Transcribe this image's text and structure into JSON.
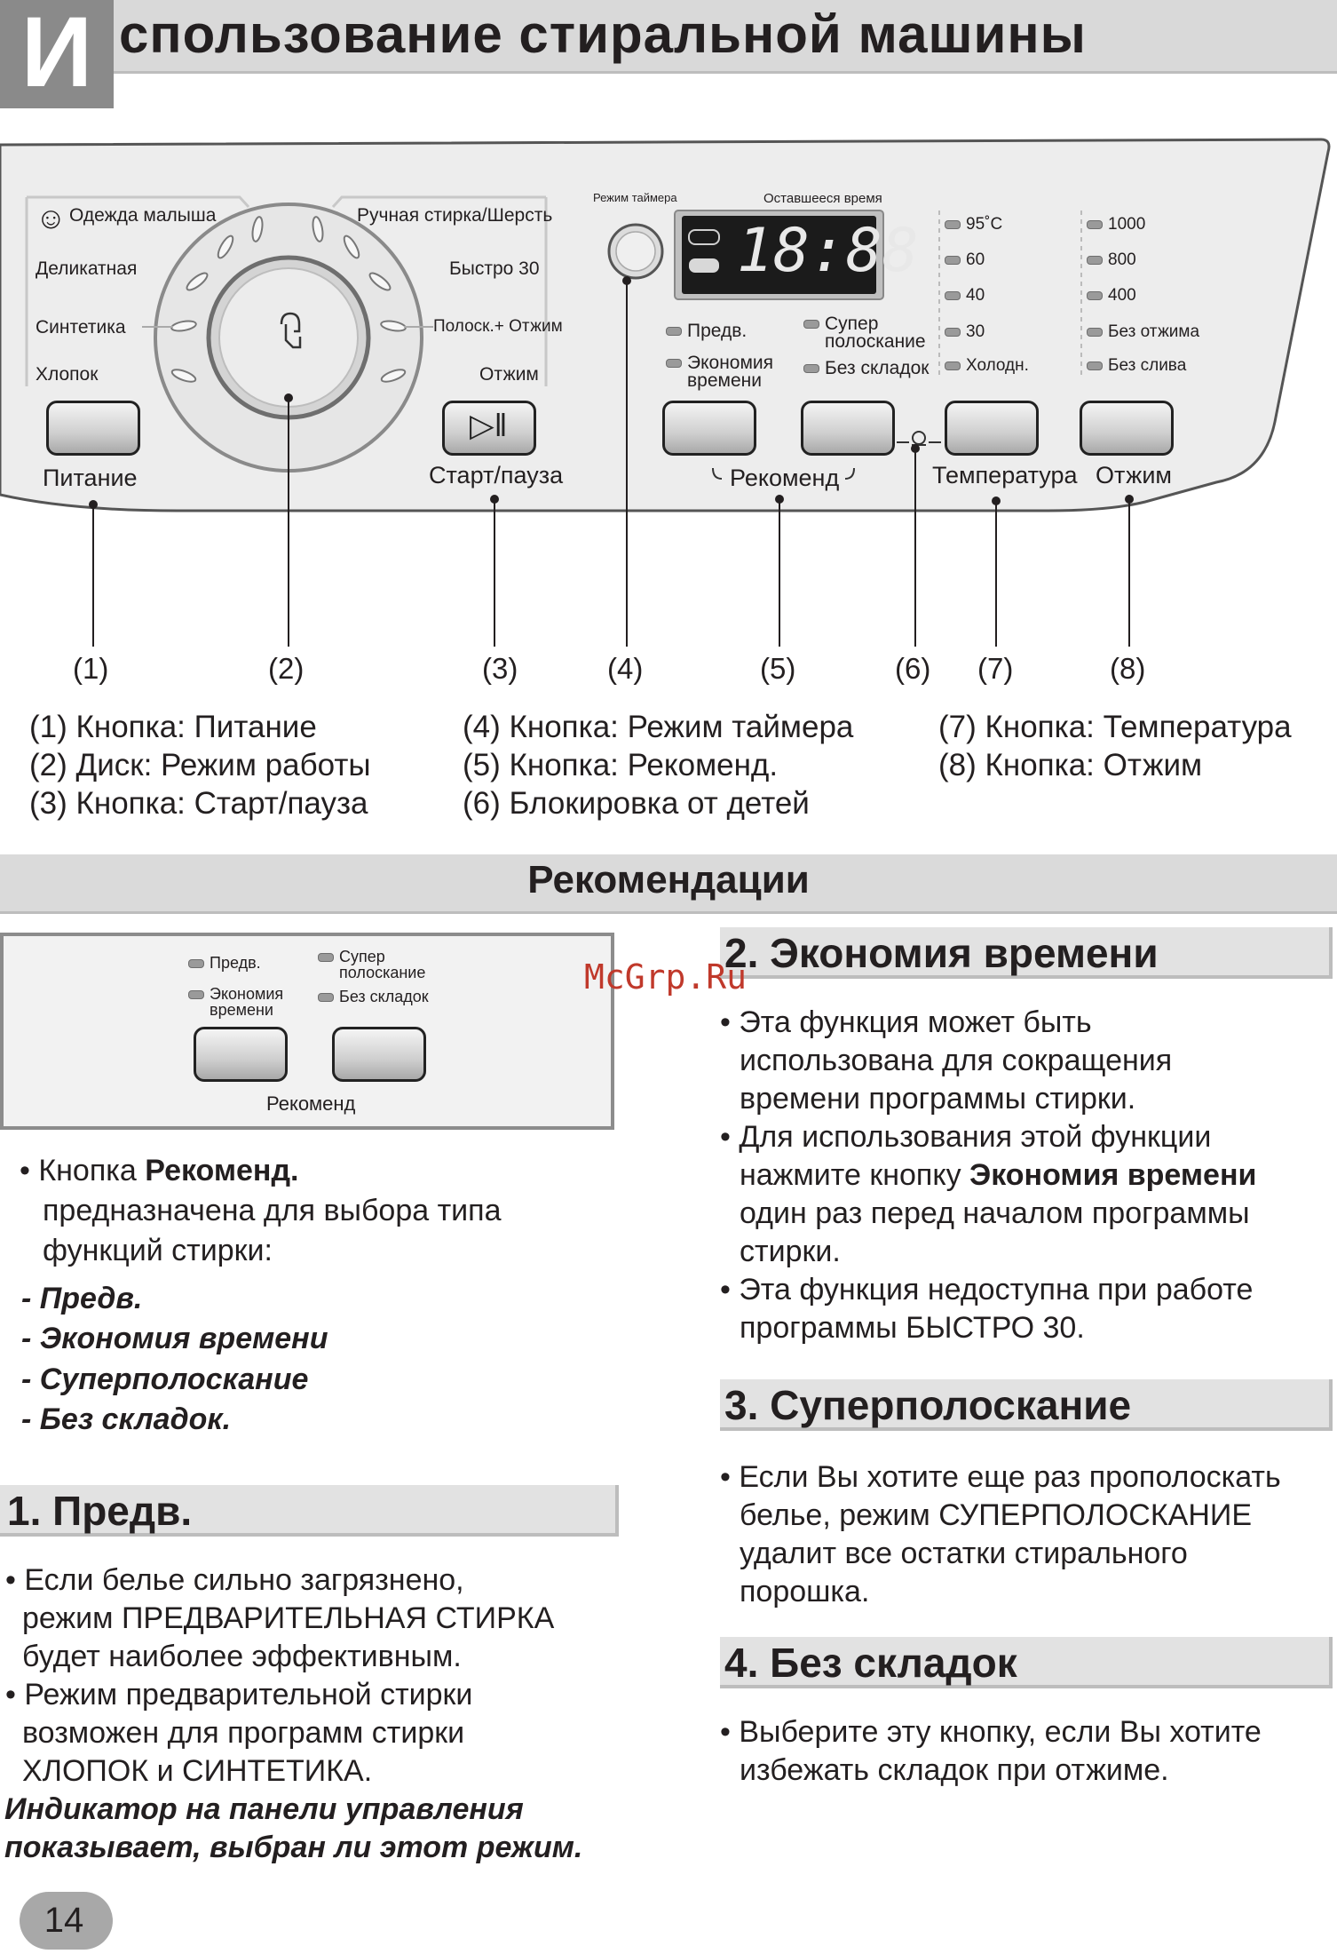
{
  "title": {
    "first_letter": "И",
    "rest": "спользование стиральной машины"
  },
  "panel": {
    "programs_left": [
      "Одежда малыша",
      "Деликатная",
      "Синтетика",
      "Хлопок"
    ],
    "programs_right": [
      "Ручная стирка/Шерсть",
      "Быстро 30",
      "Полоск.+ Отжим",
      "Отжим"
    ],
    "power_label": "Питание",
    "start_label": "Старт/пауза",
    "timer_label": "Режим таймера",
    "remaining_label": "Оставшееся время",
    "display": "18:88",
    "opt_pre": "Предв.",
    "opt_economy": "Экономия\nвремени",
    "opt_super": "Супер\nполоскание",
    "opt_nocrease": "Без складок",
    "rekomend_label": "Рекоменд",
    "temps": [
      "95˚C",
      "60",
      "40",
      "30",
      "Холодн."
    ],
    "temp_label": "Температура",
    "spins": [
      "1000",
      "800",
      "400",
      "Без отжима",
      "Без слива"
    ],
    "spin_label": "Отжим"
  },
  "callouts": [
    "(1)",
    "(2)",
    "(3)",
    "(4)",
    "(5)",
    "(6)",
    "(7)",
    "(8)"
  ],
  "legend": {
    "col1": [
      "(1) Кнопка: Питание",
      "(2) Диск: Режим работы",
      "(3) Кнопка: Старт/пауза"
    ],
    "col2": [
      "(4) Кнопка: Режим таймера",
      "(5) Кнопка: Рекоменд.",
      "(6) Блокировка от детей"
    ],
    "col3": [
      "(7) Кнопка: Температура",
      "(8) Кнопка: Отжим"
    ]
  },
  "rec_header": "Рекомендации",
  "mini_panel": {
    "pre": "Предв.",
    "economy": "Экономия\nвремени",
    "super": "Супер\nполоскание",
    "nocrease": "Без складок",
    "label": "Рекоменд"
  },
  "left_col": {
    "intro_prefix": "• Кнопка ",
    "intro_bold": "Рекоменд.",
    "intro_line2": "предназначена для выбора типа",
    "intro_line3": "функций стирки:",
    "items": [
      "- Предв.",
      "- Экономия времени",
      "- Суперполоскание",
      "- Без складок."
    ],
    "s1_title": "1. Предв.",
    "s1_lines": [
      "• Если белье сильно загрязнено,",
      "режим ПРЕДВАРИТЕЛЬНАЯ СТИРКА",
      "будет наиболее эффективным.",
      "• Режим предварительной стирки",
      "возможен для программ стирки",
      "ХЛОПОК и СИНТЕТИКА."
    ],
    "s1_note": [
      "Индикатор на панели управления",
      "показывает, выбран ли этот режим."
    ]
  },
  "right_col": {
    "s2_title": "2. Экономия времени",
    "s2_lines_a": [
      "• Эта функция может быть",
      "использована для сокращения",
      "времени программы стирки.",
      "• Для использования этой функции"
    ],
    "s2_line_b_prefix": "нажмите кнопку ",
    "s2_line_b_bold": "Экономия времени",
    "s2_lines_c": [
      "один раз перед началом программы",
      "стирки.",
      "• Эта функция недоступна при работе",
      "программы БЫСТРО 30."
    ],
    "s3_title": "3. Суперполоскание",
    "s3_lines": [
      "• Если Вы хотите еще раз прополоскать",
      "белье, режим СУПЕРПОЛОСКАНИЕ",
      "удалит все остатки стирального",
      "порошка."
    ],
    "s4_title": "4. Без складок",
    "s4_lines": [
      "• Выберите эту кнопку, если Вы хотите",
      "избежать складок при отжиме."
    ]
  },
  "watermark": "McGrp.Ru",
  "page_number": "14"
}
